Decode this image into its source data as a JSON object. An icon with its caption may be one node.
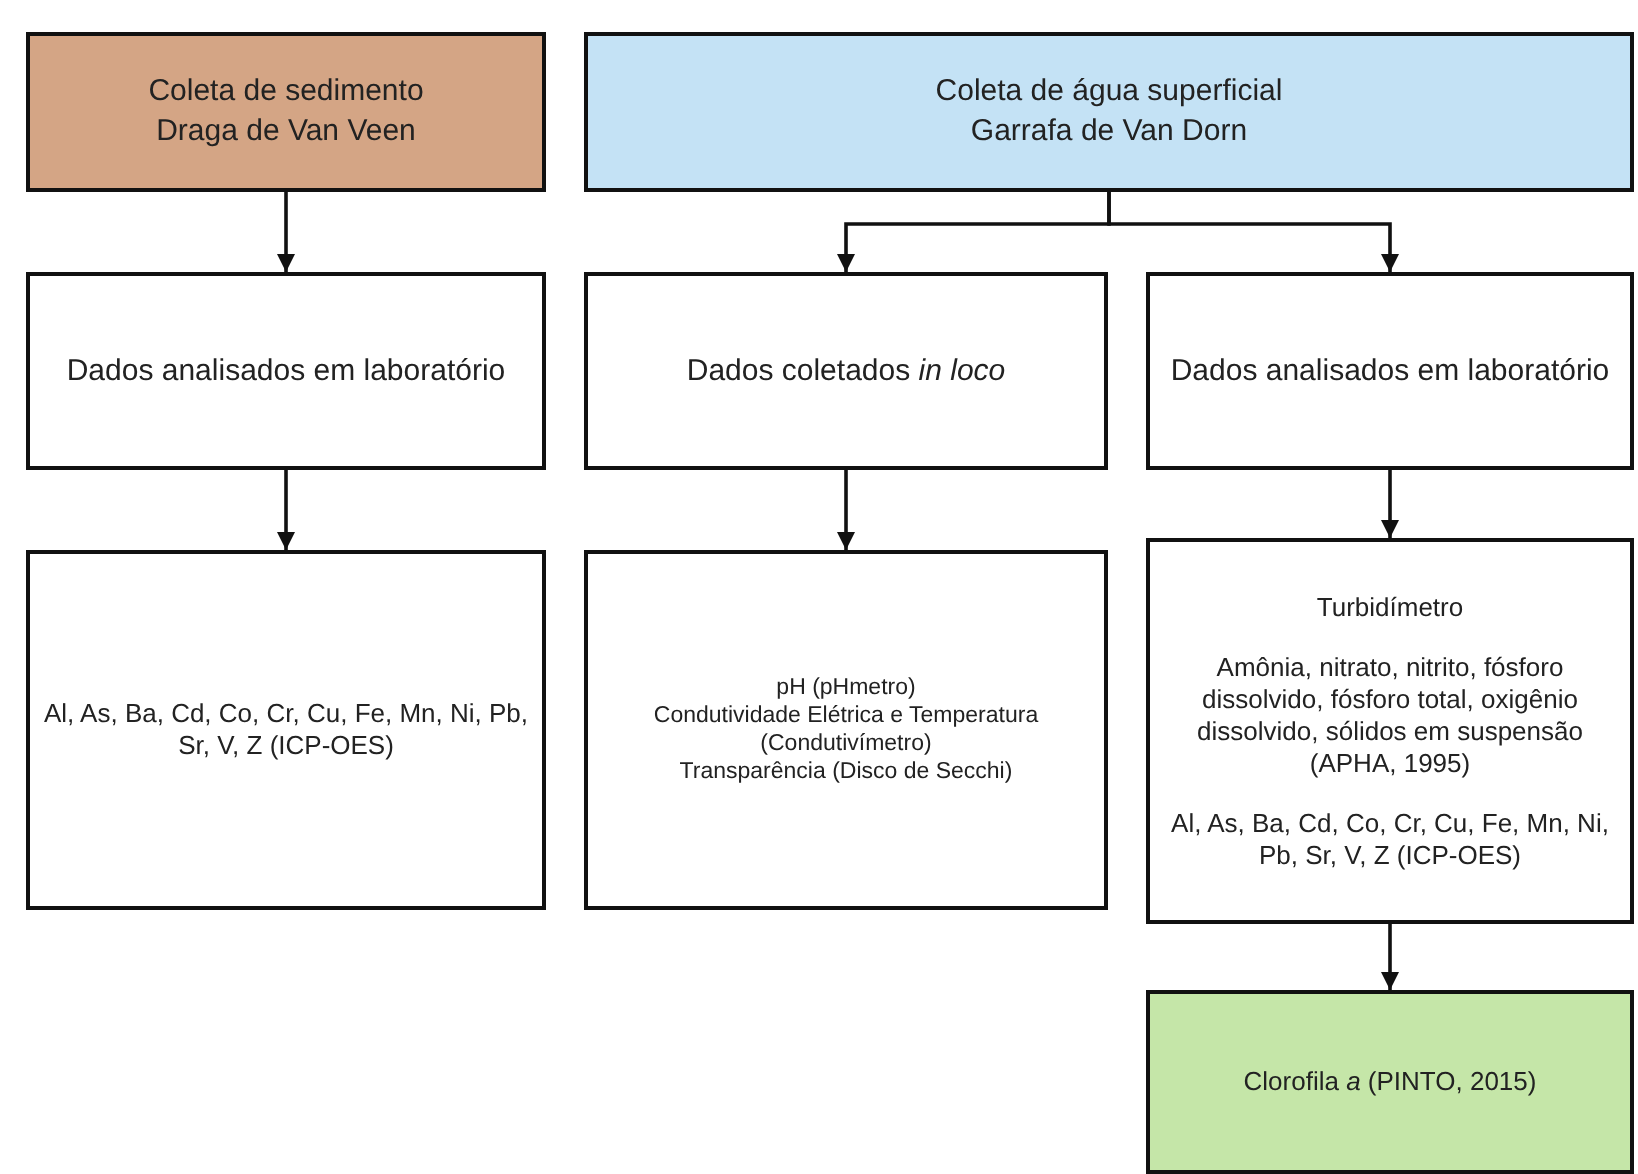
{
  "diagram": {
    "nodes": [
      {
        "text": [
          "Coleta de sedimento",
          "Draga de Van Veen"
        ]
      },
      {
        "text": [
          "Coleta de água superficial",
          "Garrafa de Van Dorn"
        ]
      },
      {
        "text": [
          "Dados analisados em laboratório"
        ]
      },
      {
        "text": [
          "Dados coletados *in loco*"
        ]
      },
      {
        "text": [
          "Dados analisados em laboratório"
        ]
      },
      {
        "text": [
          "Al, As, Ba, Cd, Co, Cr, Cu, Fe, Mn, Ni, Pb, Sr, V, Z (ICP-OES)"
        ]
      },
      {
        "text": [
          "pH (pHmetro)",
          "Condutividade Elétrica e Temperatura (Condutivímetro)",
          "Transparência (Disco de Secchi)"
        ]
      },
      {
        "text": [
          "Turbidímetro",
          "Amônia, nitrato, nitrito, fósforo dissolvido, fósforo total, oxigênio dissolvido, sólidos em suspensão (APHA, 1995)",
          "Al, As, Ba, Cd, Co, Cr, Cu, Fe, Mn, Ni, Pb, Sr, V, Z (ICP-OES)"
        ]
      },
      {
        "text": [
          "Clorofila *a* (PINTO, 2015)"
        ]
      }
    ],
    "edges": [
      {
        "from": 0,
        "to": 2,
        "arrow": "to"
      },
      {
        "from": 1,
        "to": 3,
        "arrow": "to"
      },
      {
        "from": 1,
        "to": 4,
        "arrow": "to"
      },
      {
        "from": 2,
        "to": 5,
        "arrow": "to"
      },
      {
        "from": 3,
        "to": 6,
        "arrow": "to"
      },
      {
        "from": 4,
        "to": 7,
        "arrow": "to"
      },
      {
        "from": 7,
        "to": 8,
        "arrow": "to"
      }
    ]
  }
}
